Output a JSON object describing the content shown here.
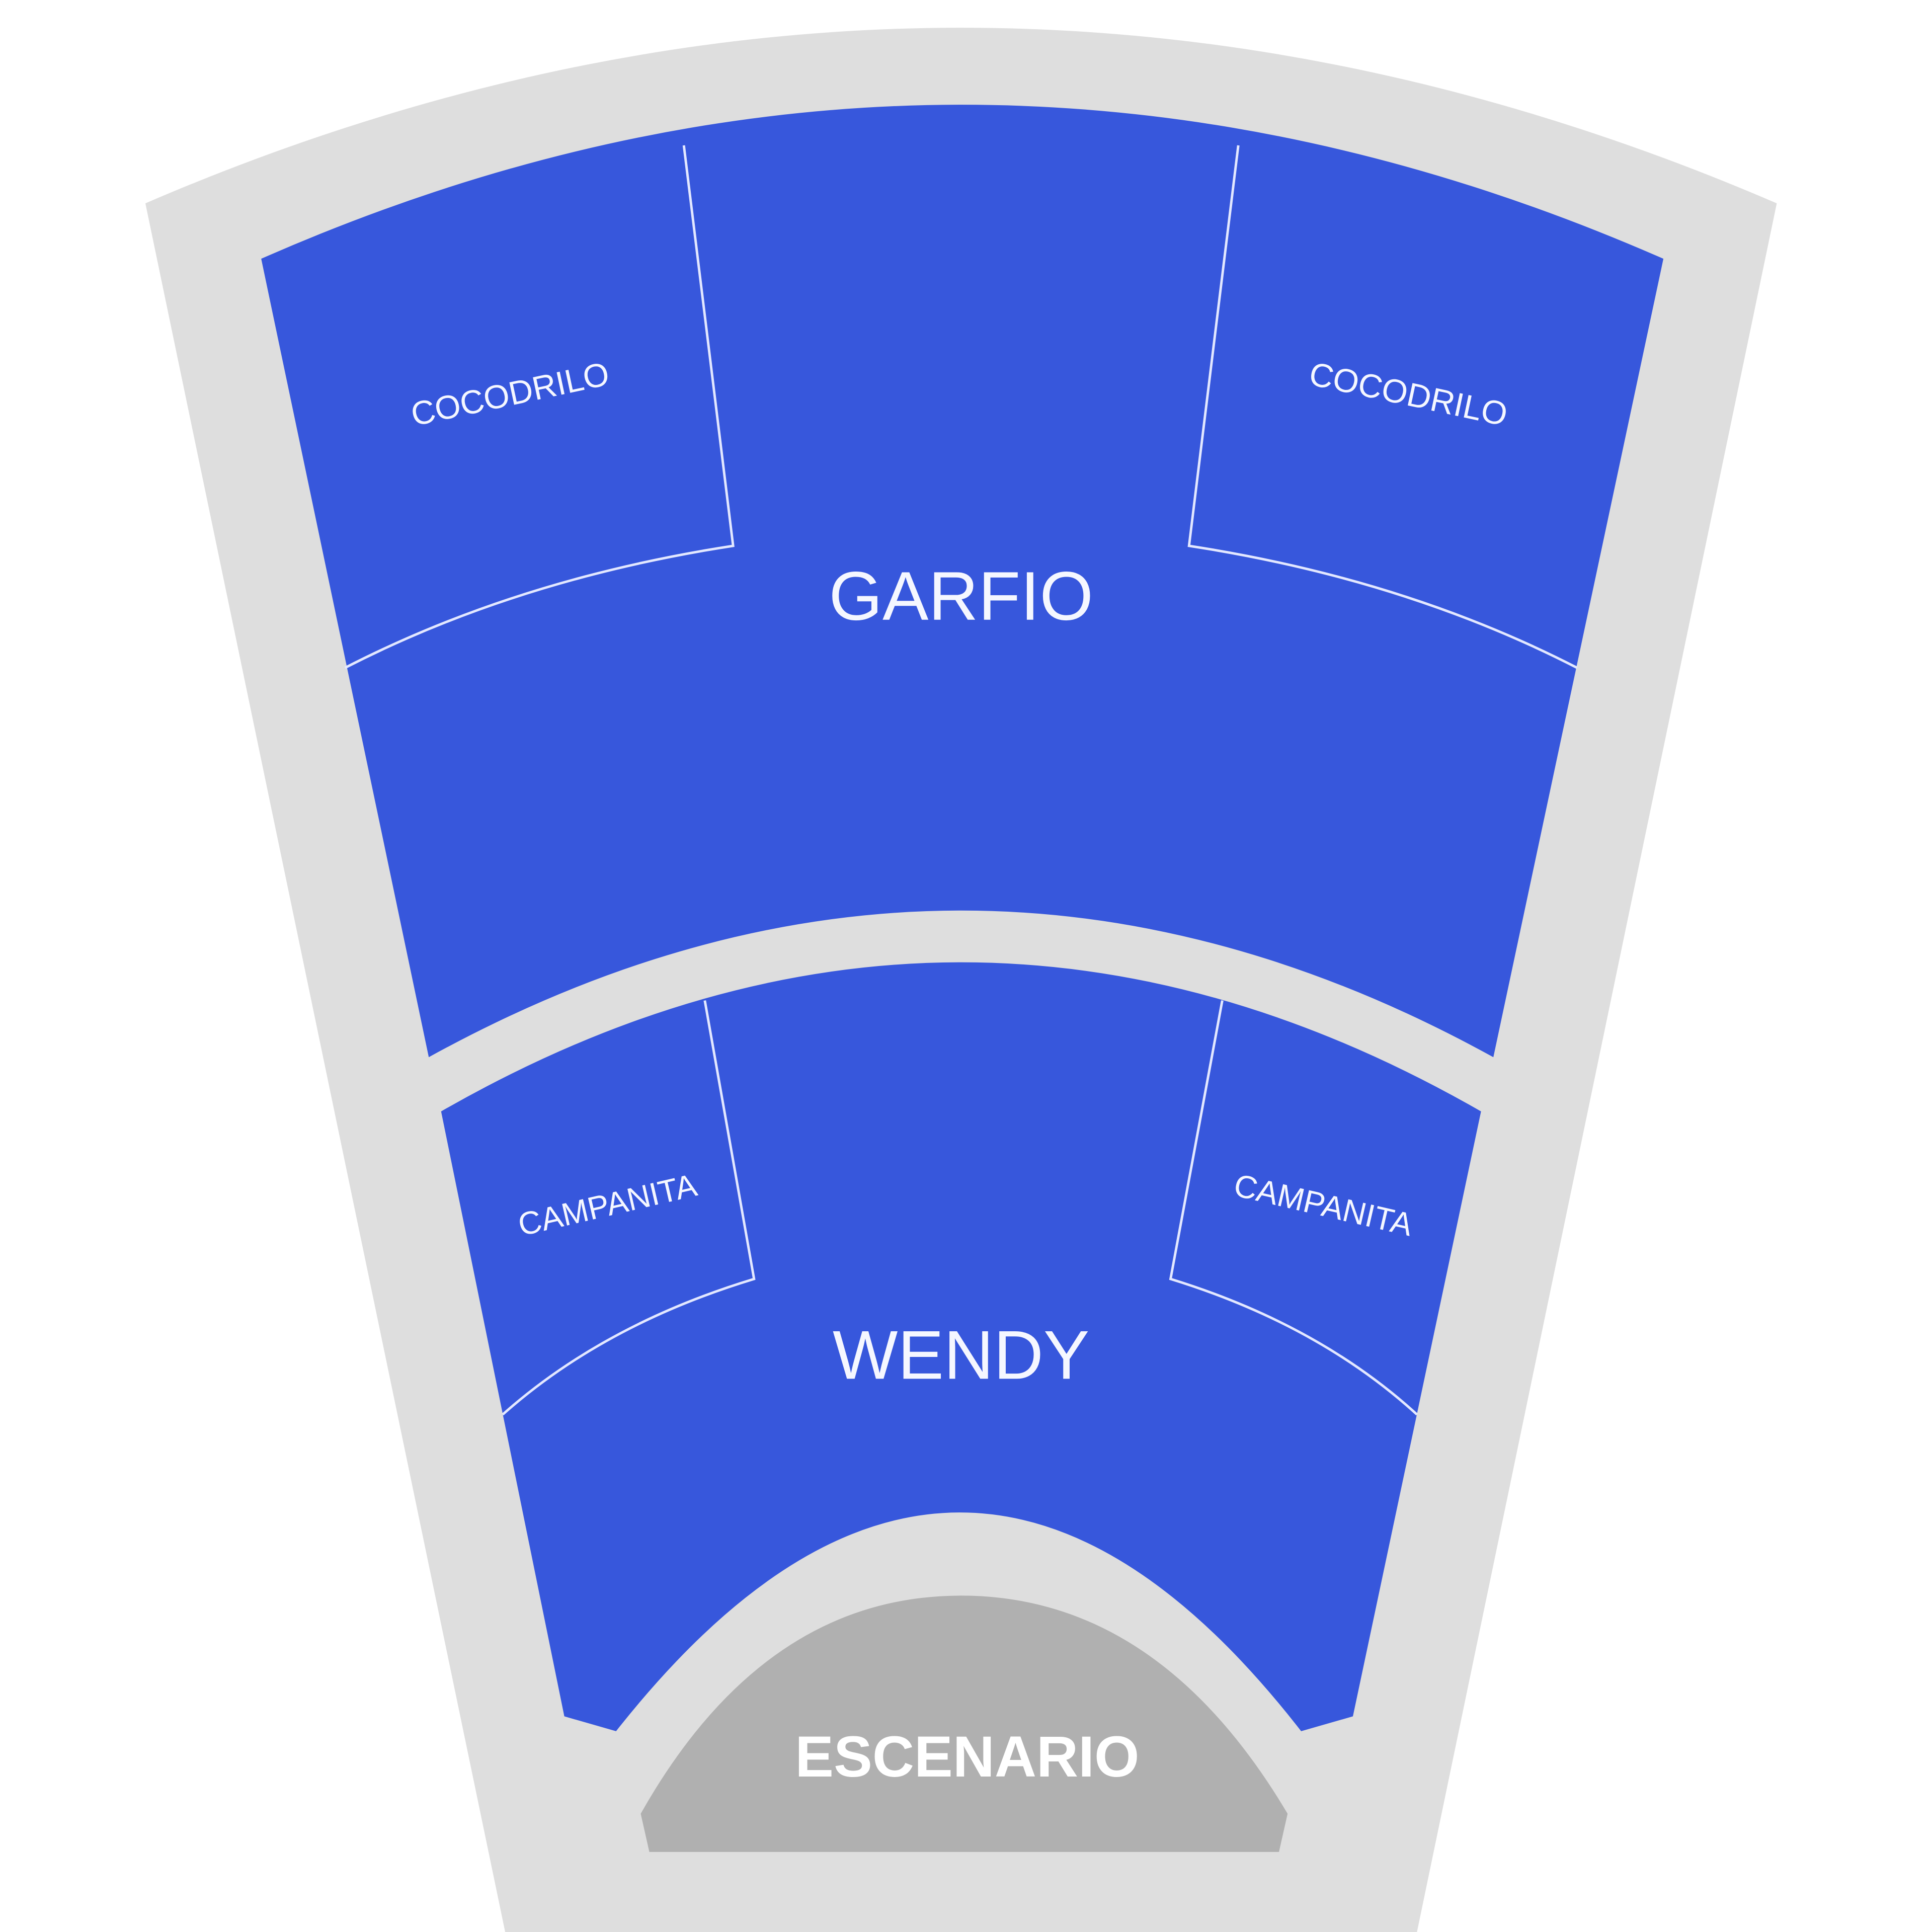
{
  "venue_map": {
    "colors": {
      "background": "#ffffff",
      "venue_outline": "#dedede",
      "section_fill": "#3757dc",
      "section_divider": "#e3e8ff",
      "section_label": "#f5f7ff",
      "stage_fill": "#b0b0b0",
      "stage_label": "#ffffff"
    },
    "sections": {
      "garfio": {
        "label": "GARFIO"
      },
      "cocodrilo_left": {
        "label": "COCODRILO"
      },
      "cocodrilo_right": {
        "label": "COCODRILO"
      },
      "wendy": {
        "label": "WENDY"
      },
      "campanita_left": {
        "label": "CAMPANITA"
      },
      "campanita_right": {
        "label": "CAMPANITA"
      }
    },
    "stage": {
      "label": "ESCENARIO"
    }
  }
}
